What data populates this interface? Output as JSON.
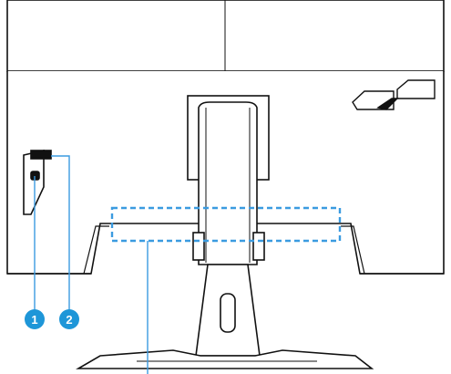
{
  "diagram": {
    "callouts": [
      {
        "number": "1",
        "target": "headphone-jack"
      },
      {
        "number": "2",
        "target": "usb-port"
      }
    ],
    "accent_color": "#1e96d8",
    "highlight_dash_color": "#3b9be0",
    "line_color": "#111111"
  }
}
